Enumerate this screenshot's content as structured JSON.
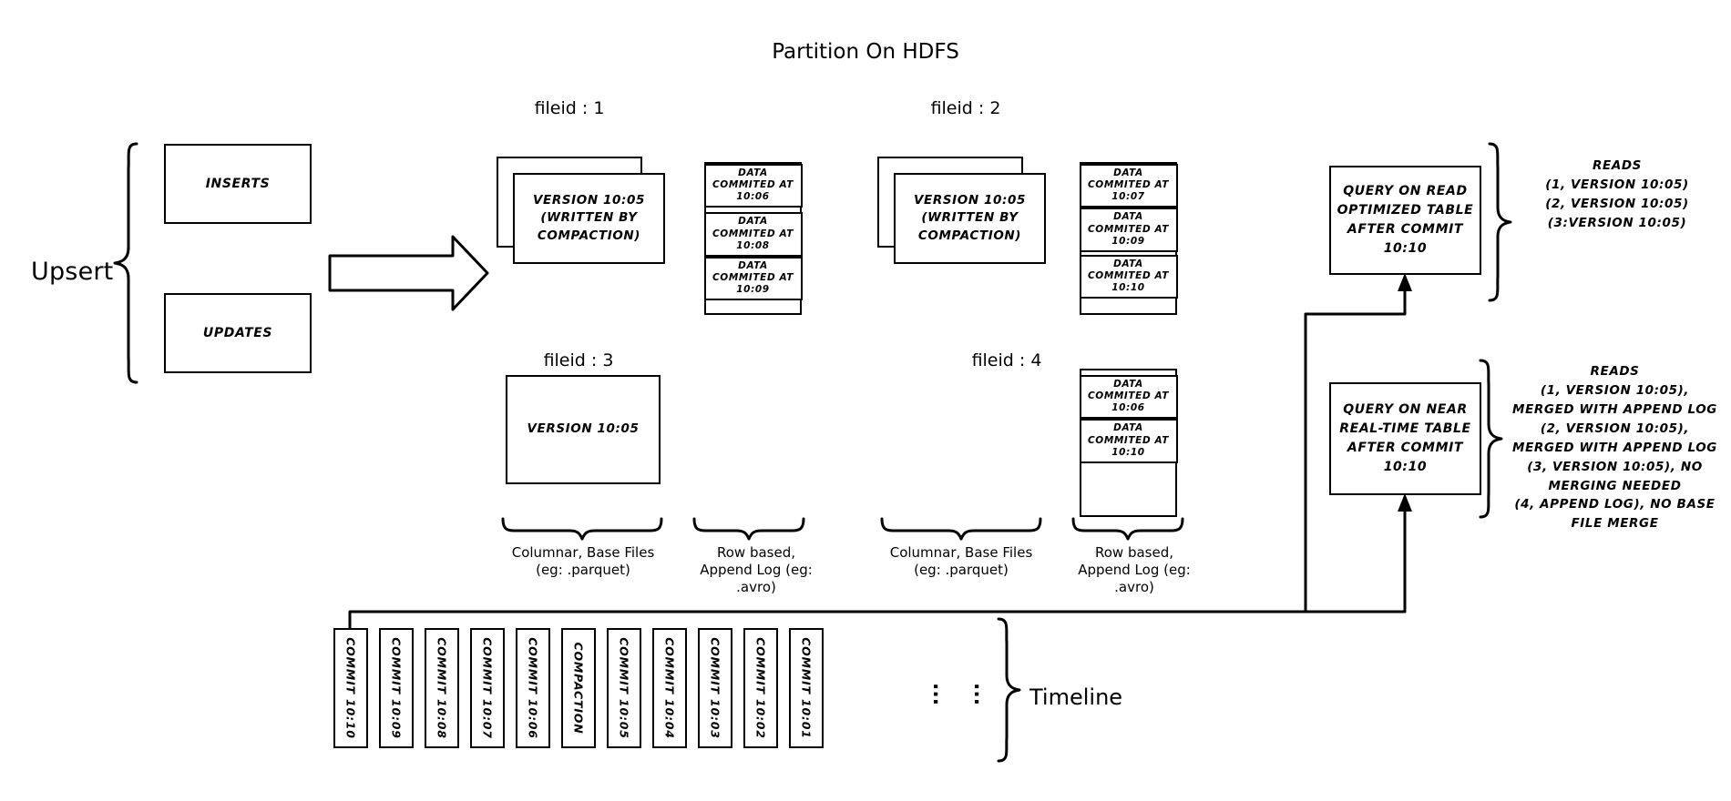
{
  "title": "Partition On HDFS",
  "left": {
    "upsert_label": "Upsert",
    "inserts_label": "INSERTS",
    "updates_label": "UPDATES",
    "commit_arrow_label": "Commit 10:10"
  },
  "file_groups": [
    {
      "id": "fg1",
      "fileid_label": "fileid : 1",
      "base_file_text": "VERSION 10:05 (WRITTEN BY COMPACTION)",
      "has_base_stack": true,
      "log_entries": [
        "DATA COMMITED AT 10:06",
        "DATA COMMITED AT 10:08",
        "DATA COMMITED AT 10:09"
      ]
    },
    {
      "id": "fg2",
      "fileid_label": "fileid : 2",
      "base_file_text": "VERSION 10:05 (WRITTEN BY COMPACTION)",
      "has_base_stack": true,
      "log_entries": [
        "DATA COMMITED AT 10:07",
        "DATA COMMITED AT 10:09",
        "DATA COMMITED AT 10:10"
      ]
    },
    {
      "id": "fg3",
      "fileid_label": "fileid : 3",
      "base_file_text": "VERSION 10:05",
      "has_base_stack": false,
      "log_entries": []
    },
    {
      "id": "fg4",
      "fileid_label": "fileid : 4",
      "base_file_text": "",
      "has_base_stack": false,
      "log_entries": [
        "DATA COMMITED AT 10:06",
        "DATA COMMITED AT 10:10"
      ]
    }
  ],
  "captions": {
    "columnar_left": "Columnar, Base Files (eg: .parquet)",
    "rowlog_left": "Row based, Append Log  (eg: .avro)",
    "columnar_right": "Columnar, Base Files (eg: .parquet)",
    "rowlog_right": "Row based, Append Log  (eg: .avro)"
  },
  "queries": {
    "read_optimized": "QUERY ON READ OPTIMIZED TABLE AFTER COMMIT 10:10",
    "near_realtime": "QUERY ON NEAR REAL-TIME TABLE AFTER COMMIT 10:10"
  },
  "reads": {
    "read_optimized": "READS\n(1, VERSION 10:05)\n(2, VERSION 10:05)\n(3:VERSION 10:05)",
    "near_realtime": "READS\n(1, VERSION 10:05),\nMERGED WITH APPEND LOG\n(2, VERSION 10:05),\nMERGED WITH APPEND LOG\n(3, VERSION 10:05), NO\nMERGING NEEDED\n(4, APPEND LOG), NO BASE\nFILE MERGE"
  },
  "timeline": {
    "label": "Timeline",
    "entries": [
      "COMMIT 10:10",
      "COMMIT 10:09",
      "COMMIT 10:08",
      "COMMIT 10:07",
      "COMMIT 10:06",
      "COMPACTION",
      "COMMIT 10:05",
      "COMMIT 10:04",
      "COMMIT 10:03",
      "COMMIT 10:02",
      "COMMIT 10:01"
    ],
    "ellipsis": [
      "...",
      "..."
    ]
  },
  "colors": {
    "stroke": "#000000",
    "background": "#ffffff"
  }
}
